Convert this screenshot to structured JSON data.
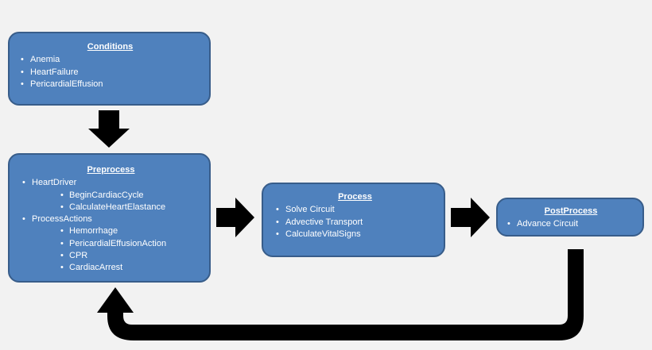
{
  "conditions": {
    "title": "Conditions",
    "items": [
      "Anemia",
      "HeartFailure",
      "PericardialEffusion"
    ]
  },
  "preprocess": {
    "title": "Preprocess",
    "groups": [
      {
        "label": "HeartDriver",
        "children": [
          "BeginCardiacCycle",
          "CalculateHeartElastance"
        ]
      },
      {
        "label": "ProcessActions",
        "children": [
          "Hemorrhage",
          "PericardialEffusionAction",
          "CPR",
          "CardiacArrest"
        ]
      }
    ]
  },
  "process": {
    "title": "Process",
    "items": [
      "Solve Circuit",
      "Advective Transport",
      "CalculateVitalSigns"
    ]
  },
  "postprocess": {
    "title": "PostProcess",
    "items": [
      "Advance Circuit"
    ]
  },
  "colors": {
    "box_fill": "#4f81bd",
    "box_border": "#385d8a",
    "arrow": "#000000",
    "background": "#f2f2f2"
  }
}
